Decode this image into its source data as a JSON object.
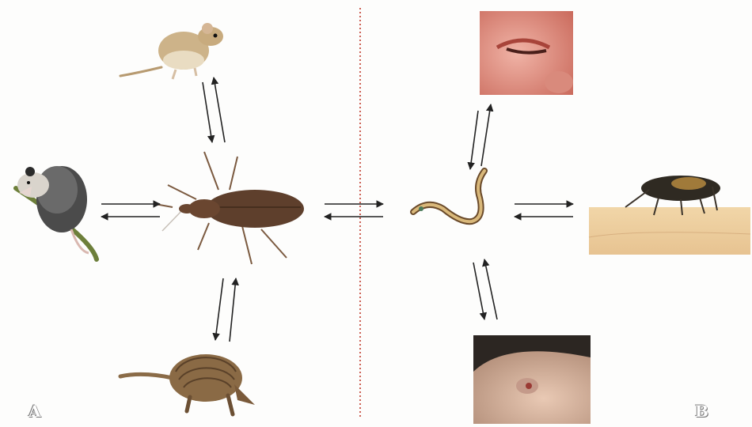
{
  "panels": {
    "left_label": "A",
    "right_label": "B"
  },
  "colors": {
    "divider": "#c0392b",
    "arrow": "#222222",
    "background": "#fdfdfc"
  },
  "icons": [
    "opossum-icon",
    "rodent-icon",
    "armadillo-icon",
    "triatomine-bug-icon",
    "trypanosome-icon",
    "swollen-eyelid-photo",
    "skin-lesion-photo",
    "bug-on-skin-photo"
  ]
}
